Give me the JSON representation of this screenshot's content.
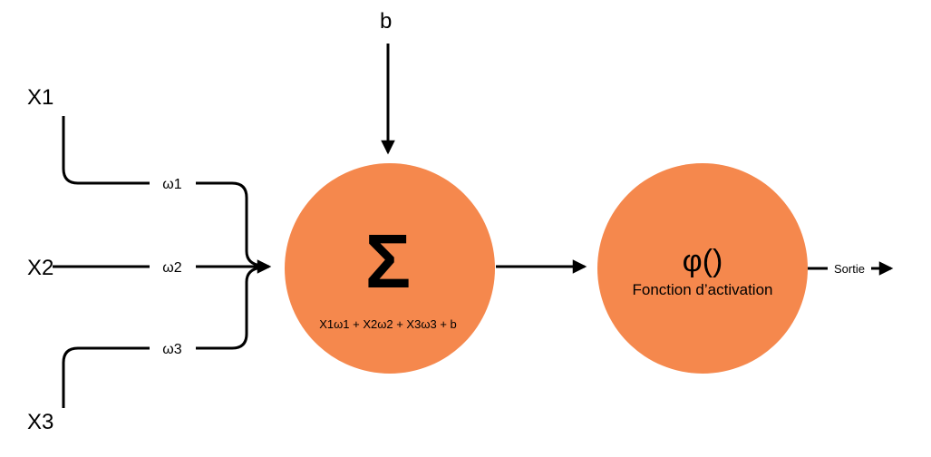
{
  "diagram": {
    "colors": {
      "node_fill": "#F5884D",
      "line": "#000000"
    },
    "inputs": [
      {
        "label": "X1",
        "weight": "ω1"
      },
      {
        "label": "X2",
        "weight": "ω2"
      },
      {
        "label": "X3",
        "weight": "ω3"
      }
    ],
    "bias": {
      "label": "b"
    },
    "sum_node": {
      "symbol": "Σ",
      "formula": "X1ω1 + X2ω2 + X3ω3 + b"
    },
    "activation_node": {
      "symbol": "φ()",
      "label": "Fonction d’activation"
    },
    "output": {
      "label": "Sortie"
    }
  }
}
